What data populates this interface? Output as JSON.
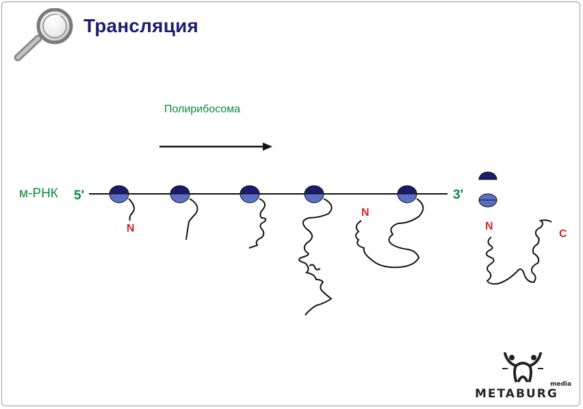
{
  "slide": {
    "title": "Трансляция",
    "icon": "magnifier-icon"
  },
  "diagram": {
    "polyribosome_label": "Полирибосома",
    "mrna_label": "м-РНК",
    "end_5": "5'",
    "end_3": "3'",
    "n_label": "N",
    "c_label": "C",
    "colors": {
      "ribosome_large": "#1c1a6c",
      "ribosome_small": "#5b6fc4",
      "label_green": "#0a8a3c",
      "label_red": "#d8231f",
      "title": "#1e1e6e"
    }
  },
  "logo": {
    "text": "METABURG",
    "sub": "media"
  }
}
